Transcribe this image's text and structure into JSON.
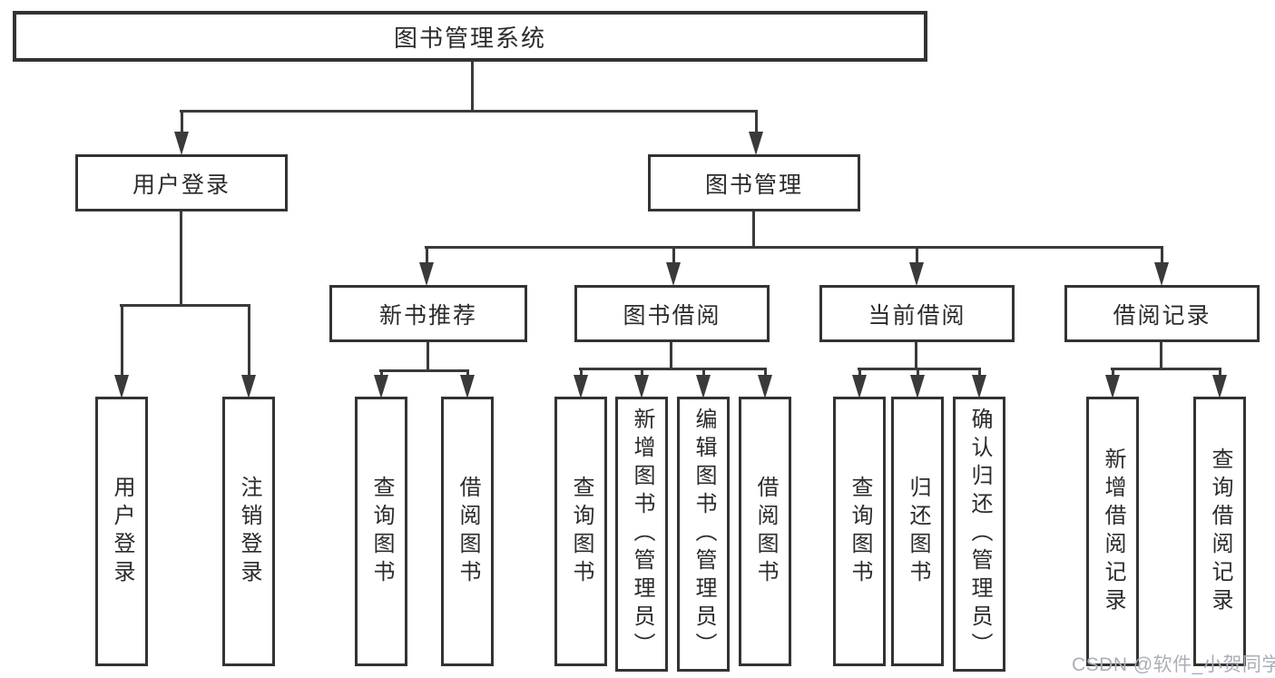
{
  "diagram": {
    "title": "图书管理系统",
    "children": [
      {
        "label": "用户登录",
        "children": [
          {
            "label": "用户登录"
          },
          {
            "label": "注销登录"
          }
        ]
      },
      {
        "label": "图书管理",
        "children": [
          {
            "label": "新书推荐",
            "children": [
              {
                "label": "查询图书"
              },
              {
                "label": "借阅图书"
              }
            ]
          },
          {
            "label": "图书借阅",
            "children": [
              {
                "label": "查询图书"
              },
              {
                "label": "新增图书（管理员）"
              },
              {
                "label": "编辑图书（管理员）"
              },
              {
                "label": "借阅图书"
              }
            ]
          },
          {
            "label": "当前借阅",
            "children": [
              {
                "label": "查询图书"
              },
              {
                "label": "归还图书"
              },
              {
                "label": "确认归还（管理员）"
              }
            ]
          },
          {
            "label": "借阅记录",
            "children": [
              {
                "label": "新增借阅记录"
              },
              {
                "label": "查询借阅记录"
              }
            ]
          }
        ]
      }
    ]
  },
  "watermark": {
    "text": "CSDN @软件_小贺同学",
    "color": "#abaeb6"
  },
  "colors": {
    "box_border": "#333333",
    "connector_line": "#3a3a3a",
    "text": "#2b2b2b",
    "background": "#ffffff"
  }
}
